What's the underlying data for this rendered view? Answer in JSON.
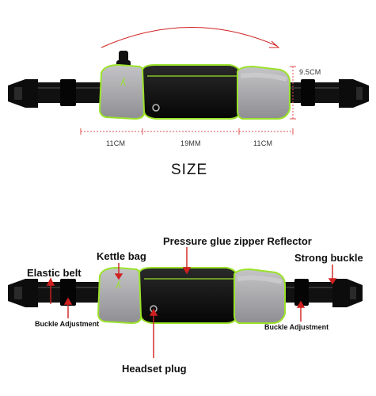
{
  "top": {
    "dimensions": {
      "height": "9.5CM",
      "left_pocket": "11CM",
      "center_pouch": "19MM",
      "right_pocket": "11CM"
    },
    "title": "SIZE"
  },
  "bottom": {
    "labels": {
      "elastic_belt": "Elastic belt",
      "kettle_bag": "Kettle bag",
      "zipper_reflector": "Pressure glue zipper Reflector",
      "strong_buckle": "Strong buckle",
      "buckle_adjustment_left": "Buckle Adjustment",
      "buckle_adjustment_right": "Buckle Adjustment",
      "headset_plug": "Headset plug"
    }
  },
  "colors": {
    "accent_green": "#9be22a",
    "belt_black": "#111111",
    "pocket_gray": "#a9a9ac",
    "arrow_red": "#d02020",
    "dim_line_red": "#e05050"
  }
}
